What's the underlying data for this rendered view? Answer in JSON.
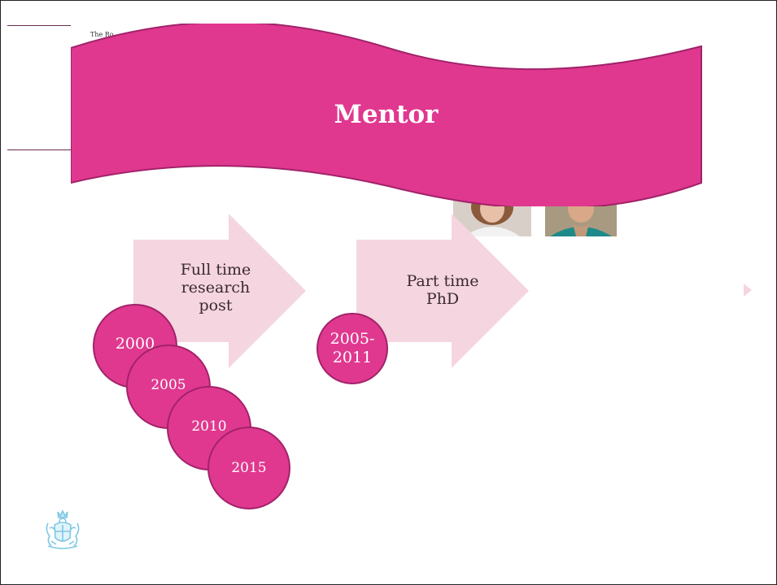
{
  "header": {
    "org_text": "The Ro"
  },
  "banner": {
    "title": "Mentor"
  },
  "process": [
    {
      "label": "Full time research post"
    },
    {
      "label": "Part time PhD"
    }
  ],
  "years": [
    "2000",
    "2005",
    "2010",
    "2015"
  ],
  "period": "2005-\n2011",
  "colors": {
    "banner": "#e0388f",
    "circle": "#e0388f",
    "arrow": "#f5d5e0",
    "crest": "#7ec8e3"
  },
  "icons": {
    "crest": "royal-crest-icon",
    "small_arrow": "chevron-right-icon"
  }
}
